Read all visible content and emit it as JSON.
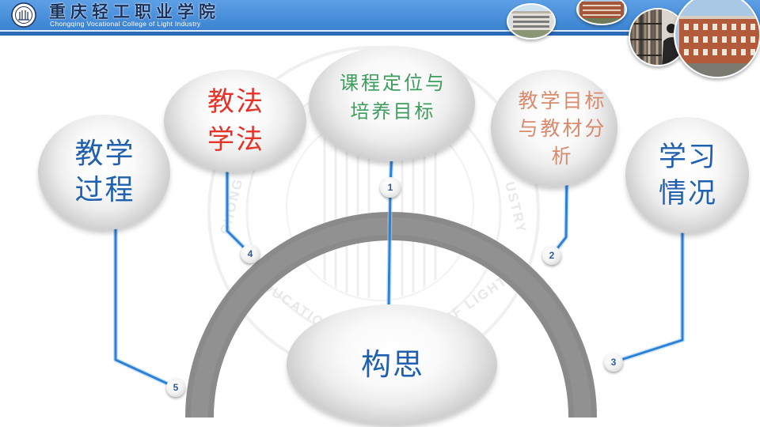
{
  "header": {
    "college_name_cn": "重庆轻工职业学院",
    "college_name_en": "Chongqing Vocational College of Light Industry",
    "emblem_icon": "college-emblem-icon"
  },
  "watermark": {
    "fragments": [
      "CHONG",
      "USTRY",
      "EDUCATIO",
      "OF LIGHT"
    ]
  },
  "center": {
    "label": "构思",
    "color": "#2060b0"
  },
  "nodes": [
    {
      "number": "1",
      "lines": [
        "课程定位与",
        "培养目标"
      ],
      "color": "#3c9d5d"
    },
    {
      "number": "2",
      "lines": [
        "教学目标",
        "与教材分",
        "析"
      ],
      "color": "#d98a6c"
    },
    {
      "number": "3",
      "lines": [
        "学习",
        "情况"
      ],
      "color": "#2060b0"
    },
    {
      "number": "4",
      "lines": [
        "教法",
        "学法"
      ],
      "color": "#e53327"
    },
    {
      "number": "5",
      "lines": [
        "教学",
        "过程"
      ],
      "color": "#2060b0"
    }
  ],
  "colors": {
    "connector_blue": "#2b80d8",
    "arc_gray": "#8a8a8a",
    "number_text": "#2a5a9e"
  }
}
